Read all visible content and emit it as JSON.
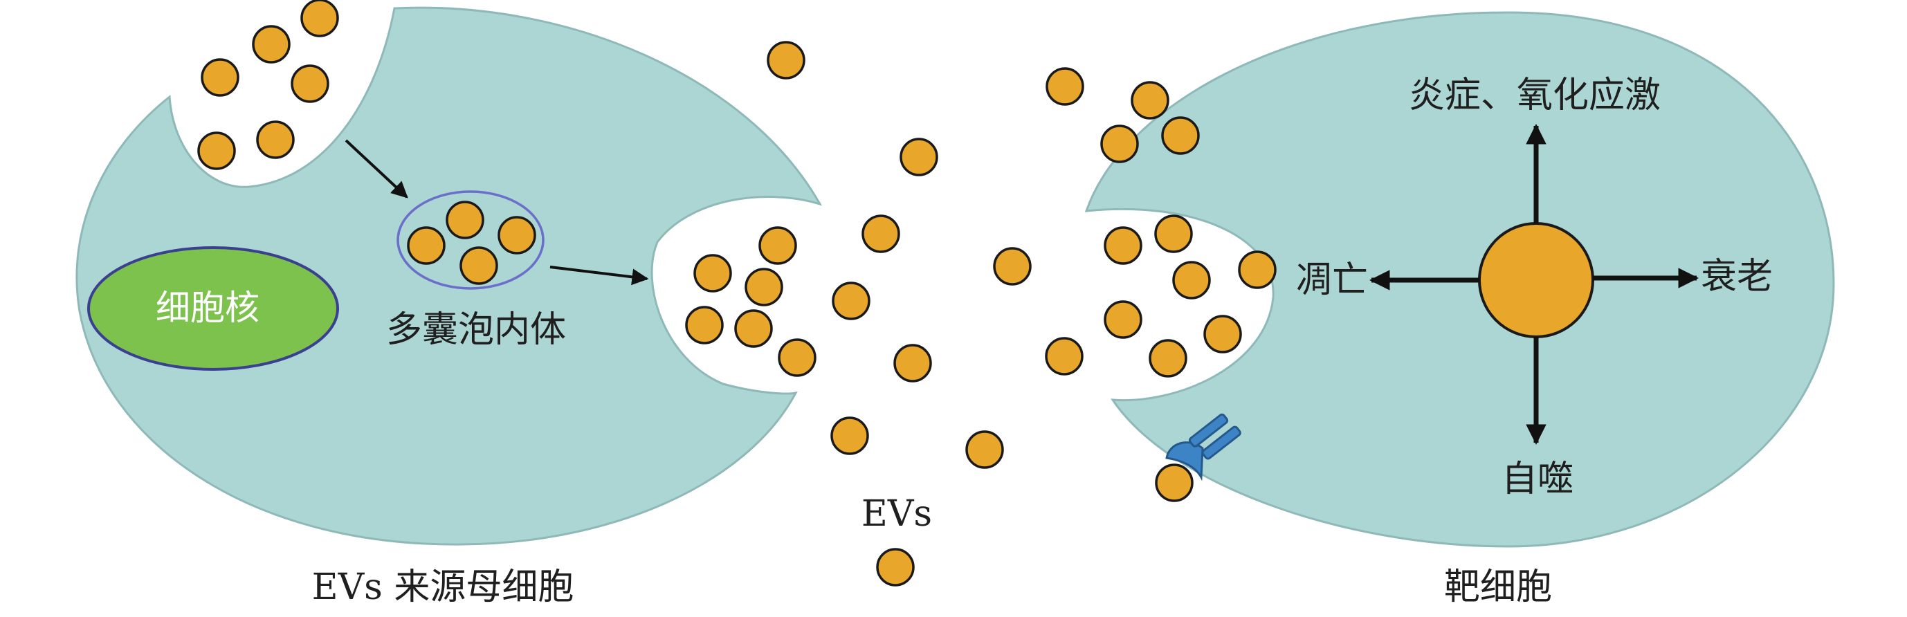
{
  "labels": {
    "nucleus": "细胞核",
    "multivesicular_body": "多囊泡内体",
    "evs": "EVs",
    "source_cell": "EVs 来源母细胞",
    "target_cell": "靶细胞",
    "effect_up": "炎症、氧化应激",
    "effect_left": "凋亡",
    "effect_right": "衰老",
    "effect_down": "自噬"
  },
  "colors": {
    "cell_fill": "#acd6d4",
    "cell_stroke": "#8fb9b8",
    "vesicle_fill": "#e8a62b",
    "vesicle_stroke": "#1a1a1a",
    "nucleus_fill": "#7cc24d",
    "nucleus_stroke": "#3a3f8f",
    "mvb_stroke": "#6b6fc9",
    "receptor": "#3d84c6"
  },
  "icons": {
    "receptor": "receptor-icon"
  }
}
